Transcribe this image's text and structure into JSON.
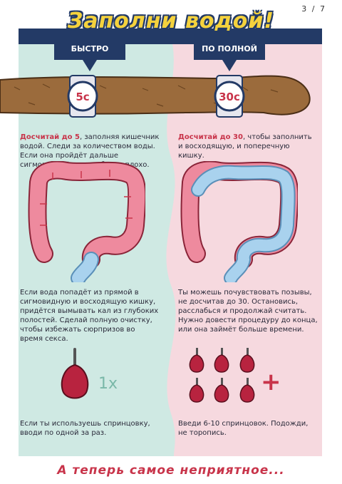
{
  "page": {
    "number": "3 / 7"
  },
  "title": "Заполни водой!",
  "headers": {
    "left": "БЫСТРО",
    "right": "ПО ПОЛНОЙ"
  },
  "watches": {
    "left": "5с",
    "right": "30с"
  },
  "left": {
    "intro_highlight": "Досчитай до 5",
    "intro_rest": ", заполняя кишечник водой. Следи за количеством воды. Если она пройдёт дальше сигмовидной кишки, будет плохо.",
    "middle": "Если вода попадёт из прямой в сигмовидную и восходящую кишку, придётся вымывать кал из глубоких полостей. Сделай полную очистку, чтобы избежать сюрпризов во время секса.",
    "count": "1x",
    "bottom": "Если ты используешь спринцовку, вводи по одной за раз."
  },
  "right": {
    "intro_highlight": "Досчитай до 30",
    "intro_rest": ", чтобы заполнить и восходящую, и поперечную кишку.",
    "middle": "Ты можешь почувствовать позывы, не досчитав до 30. Остановись, расслабься и продолжай считать. Нужно довести процедуру до конца, или она займёт больше времени.",
    "plus": "+",
    "bottom": "Введи 6-10 спринцовок. Подожди, не торопись."
  },
  "footer": "А теперь самое неприятное...",
  "colors": {
    "navy": "#233a66",
    "yellow": "#f5d23d",
    "mint": "#cfe9e3",
    "pink": "#f6d9df",
    "red": "#c8344a",
    "bulb": "#b8233f",
    "water": "#a9d2ee"
  }
}
